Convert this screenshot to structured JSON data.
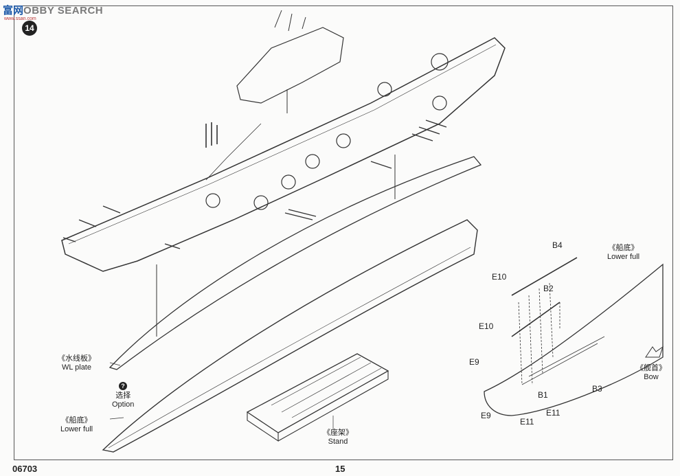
{
  "watermark": {
    "text_cn": "富",
    "text_cn2": "网",
    "text_en": "OBBY SEARCH",
    "sub": "www.ssan.com"
  },
  "step_number": "14",
  "labels": {
    "wl_plate_cn": "《水线板》",
    "wl_plate_en": "WL plate",
    "option_cn": "选择",
    "option_en": "Option",
    "lower_full_left_cn": "《船底》",
    "lower_full_left_en": "Lower full",
    "stand_cn": "《座架》",
    "stand_en": "Stand",
    "lower_full_right_cn": "《船底》",
    "lower_full_right_en": "Lower full",
    "bow_cn": "《舰首》",
    "bow_en": "Bow"
  },
  "parts": {
    "b4": "B4",
    "e10_top": "E10",
    "b2": "B2",
    "e10_mid": "E10",
    "e9_top": "E9",
    "e9_bottom": "E9",
    "e11_left": "E11",
    "e11_right": "E11",
    "b1": "B1",
    "b3": "B3"
  },
  "footer": {
    "code": "06703",
    "page": "15"
  },
  "option_mark": "?"
}
